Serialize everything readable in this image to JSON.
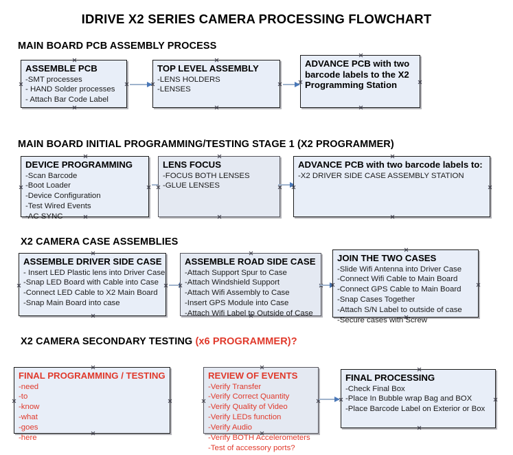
{
  "title": "IDRIVE X2  SERIES CAMERA PROCESSING FLOWCHART",
  "colors": {
    "node_fill": "#e8eef8",
    "node_fill_shaded": "#e4e9f2",
    "node_border": "#1a1a1a",
    "connector_line": "#9fb3cc",
    "connector_arrow": "#4a78b8",
    "accent_red": "#e0392b",
    "text": "#000000"
  },
  "sections": [
    {
      "id": "main-board-pcb-assembly",
      "heading": "MAIN BOARD PCB ASSEMBLY PROCESS",
      "heading_accent": "",
      "nodes": [
        {
          "id": "assemble-pcb",
          "title": "ASSEMBLE PCB",
          "lines": [
            "-SMT processes",
            "- HAND Solder processes",
            "- Attach Bar Code Label"
          ]
        },
        {
          "id": "top-level-assembly",
          "title": "TOP LEVEL ASSEMBLY",
          "lines": [
            "-LENS HOLDERS",
            "-LENSES"
          ]
        },
        {
          "id": "advance-pcb-to-programming-station",
          "title": "ADVANCE PCB with two barcode labels to the  X2 Programming Station",
          "lines": []
        }
      ]
    },
    {
      "id": "main-board-initial-programming",
      "heading": "MAIN BOARD INITIAL PROGRAMMING/TESTING STAGE 1 (X2 PROGRAMMER)",
      "heading_accent": "",
      "nodes": [
        {
          "id": "device-programming",
          "title": "DEVICE PROGRAMMING",
          "lines": [
            "-Scan Barcode",
            "-Boot Loader",
            "-Device Configuration",
            "-Test Wired Events",
            "-AC SYNC"
          ]
        },
        {
          "id": "lens-focus",
          "title": "LENS FOCUS",
          "lines": [
            "-FOCUS BOTH LENSES",
            "-GLUE LENSES"
          ]
        },
        {
          "id": "advance-pcb-to-driver-side-case",
          "title": "ADVANCE PCB with two barcode labels to:",
          "lines": [
            "-X2 DRIVER  SIDE  CASE  ASSEMBLY STATION"
          ]
        }
      ]
    },
    {
      "id": "x2-camera-case-assemblies",
      "heading": "X2 CAMERA CASE ASSEMBLIES",
      "heading_accent": "",
      "nodes": [
        {
          "id": "assemble-driver-side-case",
          "title": "ASSEMBLE DRIVER SIDE CASE",
          "lines": [
            "- Insert LED Plastic lens into Driver Case",
            "-Snap LED Board with Cable into Case",
            "-Connect LED Cable to X2 Main Board",
            "-Snap Main Board into case"
          ]
        },
        {
          "id": "assemble-road-side-case",
          "title": "ASSEMBLE ROAD SIDE CASE",
          "lines": [
            "-Attach Support Spur to Case",
            "-Attach Windshield Support",
            "-Attach Wifi Assembly to Case",
            "-Insert GPS Module into Case",
            "-Attach Wifi Label to Outside of Case"
          ]
        },
        {
          "id": "join-the-two-cases",
          "title": "JOIN THE TWO CASES",
          "lines": [
            "-Slide Wifi Antenna into Driver Case",
            "-Connect Wifi Cable to Main Board",
            "-Connect GPS Cable to Main Board",
            "-Snap Cases Together",
            "-Attach S/N Label to outside of case",
            "-Secure cases with Screw"
          ]
        }
      ]
    },
    {
      "id": "x2-camera-secondary-testing",
      "heading": "X2 CAMERA SECONDARY TESTING ",
      "heading_accent": "(x6 PROGRAMMER)?",
      "nodes": [
        {
          "id": "final-programming-testing",
          "title": "FINAL PROGRAMMING / TESTING",
          "lines": [
            "-need",
            "-to",
            "-know",
            "-what",
            "-goes",
            "-here"
          ]
        },
        {
          "id": "review-of-events",
          "title": "REVIEW OF EVENTS",
          "lines": [
            "-Verify Transfer",
            "-Verify Correct Quantity",
            "-Verify Quality of Video",
            "-Verify LEDs function",
            "-Verify Audio",
            "-Verify BOTH Accelerometers",
            "-Test of accessory ports?"
          ]
        },
        {
          "id": "final-processing",
          "title": "FINAL PROCESSING",
          "lines": [
            "-Check Final Box",
            "-Place In Bubble wrap Bag and BOX",
            "-Place Barcode Label on Exterior or Box"
          ]
        }
      ]
    }
  ]
}
